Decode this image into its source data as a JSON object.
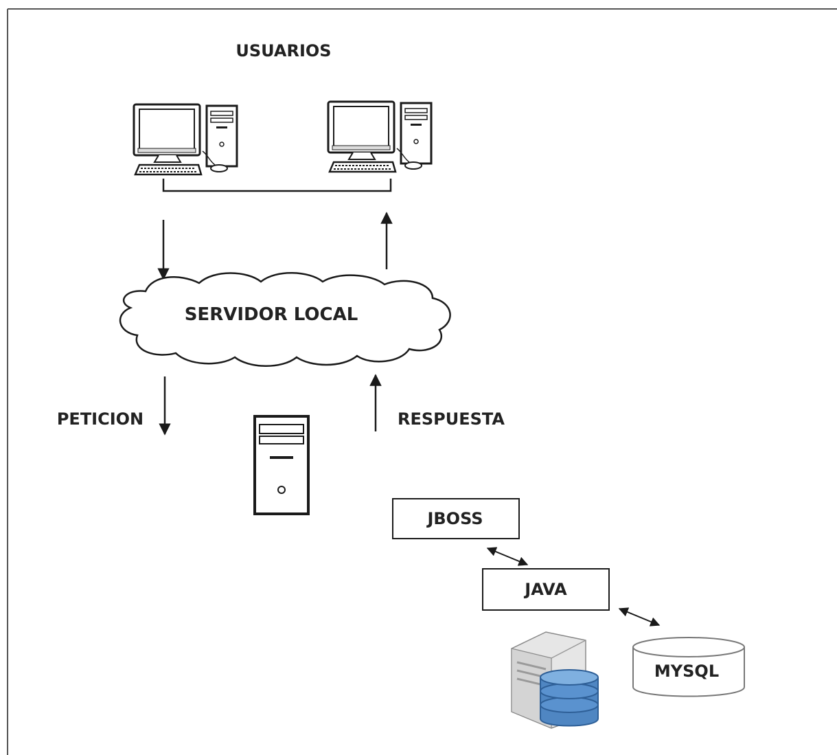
{
  "labels": {
    "users": "USUARIOS",
    "local_server": "SERVIDOR LOCAL",
    "request": "PETICION",
    "response": "RESPUESTA",
    "jboss": "JBOSS",
    "java": "JAVA",
    "mysql": "MYSQL"
  },
  "icons": {
    "workstation": "desktop-computer-icon",
    "tower": "server-tower-icon",
    "db_server": "database-server-icon"
  },
  "colors": {
    "stroke": "#1a1a1a",
    "db_blue": "#4f86c2",
    "db_blue_dark": "#2e5f97",
    "server_gray": "#d9d9d9"
  }
}
